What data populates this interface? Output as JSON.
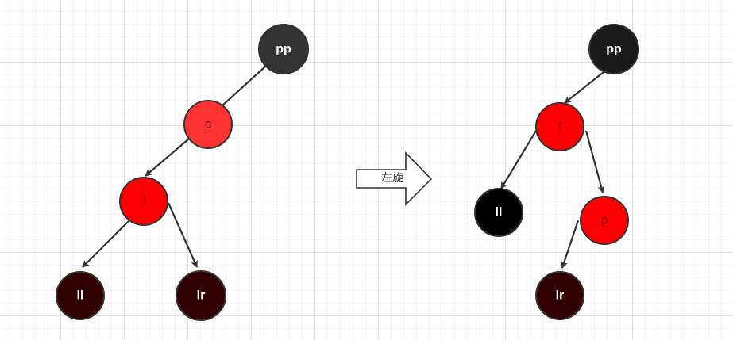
{
  "colors": {
    "edge": "#333333",
    "node_stroke": "#333333",
    "dark_gray": "#333333",
    "black": "#1a1a1a",
    "pure_black": "#000000",
    "light_red": "#ff3333",
    "red": "#ff0000",
    "dark_red": "#330000",
    "label_light": "#ffffff",
    "label_dark": "#b20000"
  },
  "before_tree": {
    "nodes": {
      "pp": {
        "label": "pp",
        "fill": "#333333",
        "text": "#ffffff",
        "bold": true
      },
      "p": {
        "label": "p",
        "fill": "#ff3333",
        "text": "#8b0000",
        "bold": false
      },
      "l": {
        "label": "l",
        "fill": "#ff0000",
        "text": "#8b0000",
        "bold": false
      },
      "ll": {
        "label": "ll",
        "fill": "#330000",
        "text": "#ffffff",
        "bold": true
      },
      "lr": {
        "label": "lr",
        "fill": "#330000",
        "text": "#ffffff",
        "bold": true
      }
    }
  },
  "rotation_arrow": {
    "label": "左旋"
  },
  "after_tree": {
    "nodes": {
      "pp": {
        "label": "pp",
        "fill": "#1a1a1a",
        "text": "#ffffff",
        "bold": true
      },
      "l": {
        "label": "l",
        "fill": "#ff0000",
        "text": "#8b0000",
        "bold": false
      },
      "ll": {
        "label": "ll",
        "fill": "#000000",
        "text": "#ffffff",
        "bold": true
      },
      "p": {
        "label": "p",
        "fill": "#ff0000",
        "text": "#8b0000",
        "bold": false
      },
      "lr": {
        "label": "lr",
        "fill": "#330000",
        "text": "#ffffff",
        "bold": true
      }
    }
  }
}
